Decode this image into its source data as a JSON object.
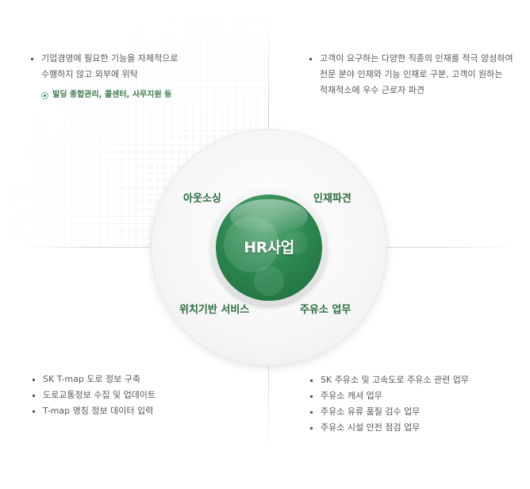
{
  "center": {
    "label": "HR사업"
  },
  "quadrants": {
    "top_left": "아웃소싱",
    "top_right": "인재파견",
    "bottom_left": "위치기반 서비스",
    "bottom_right": "주유소 업무"
  },
  "outsourcing": {
    "lines": [
      "기업경영에 필요한 기능을 자체적으로",
      "수행하지 않고 외부에 위탁"
    ],
    "sub": "빌딩 종합관리, 콜센터, 사무지원 등"
  },
  "dispatch": {
    "lines": [
      "고객이 요구하는 다양한 직종의 인재를 적극 양성하여",
      "전문 분야 인재와 기능 인재로 구분, 고객이 원하는",
      "적재적소에 우수 근로자 파견"
    ]
  },
  "location": {
    "items": [
      "SK T-map 도로 정보 구축",
      "도로교통정보 수집 및 업데이트",
      "T-map 명칭 정보 데이터 입력"
    ]
  },
  "gas_station": {
    "items": [
      "SK 주유소 및 고속도로 주유소 관련 업무",
      "주유소 캐셔 업무",
      "주유소 유류 품질 검수 업무",
      "주유소 시설 안전 점검 업무"
    ]
  },
  "colors": {
    "center_green": "#2c8750",
    "label_green": "#2b6b3f",
    "sub_green": "#3a7a4a"
  }
}
